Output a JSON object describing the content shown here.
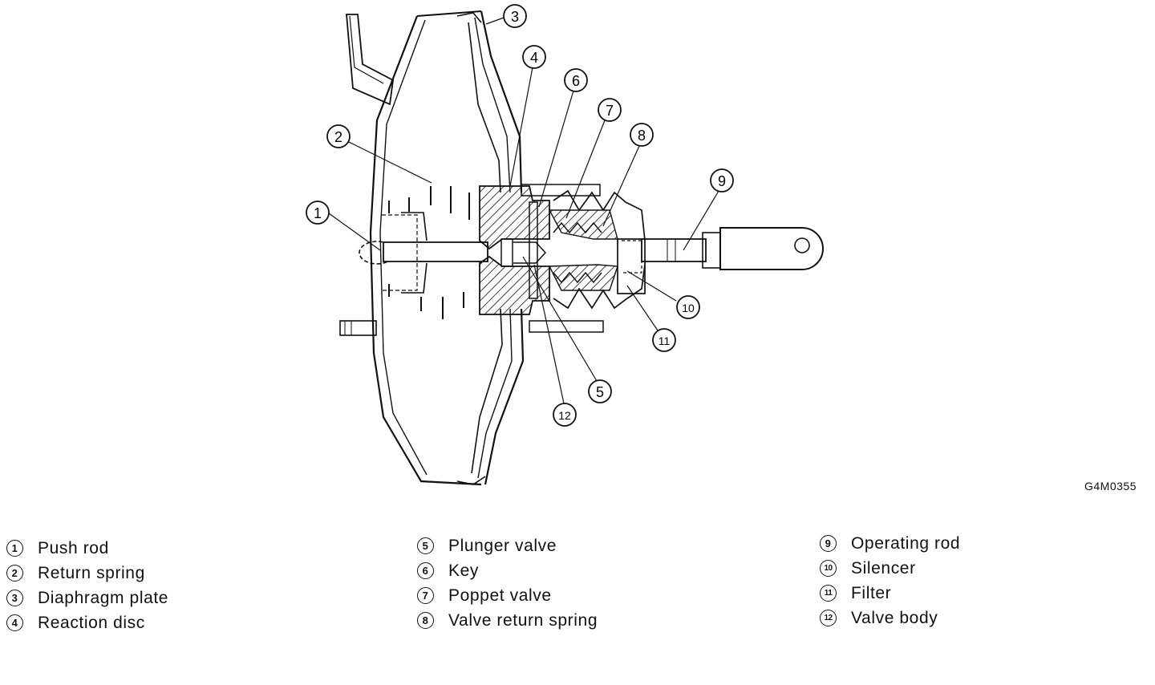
{
  "figure_code": "G4M0355",
  "callouts": [
    "1",
    "2",
    "3",
    "4",
    "5",
    "6",
    "7",
    "8",
    "9",
    "10",
    "11",
    "12"
  ],
  "legend": [
    {
      "num": "1",
      "label": "Push rod"
    },
    {
      "num": "2",
      "label": "Return spring"
    },
    {
      "num": "3",
      "label": "Diaphragm plate"
    },
    {
      "num": "4",
      "label": "Reaction disc"
    },
    {
      "num": "5",
      "label": "Plunger valve"
    },
    {
      "num": "6",
      "label": "Key"
    },
    {
      "num": "7",
      "label": "Poppet valve"
    },
    {
      "num": "8",
      "label": "Valve return spring"
    },
    {
      "num": "9",
      "label": "Operating rod"
    },
    {
      "num": "10",
      "label": "Silencer"
    },
    {
      "num": "11",
      "label": "Filter"
    },
    {
      "num": "12",
      "label": "Valve body"
    }
  ]
}
